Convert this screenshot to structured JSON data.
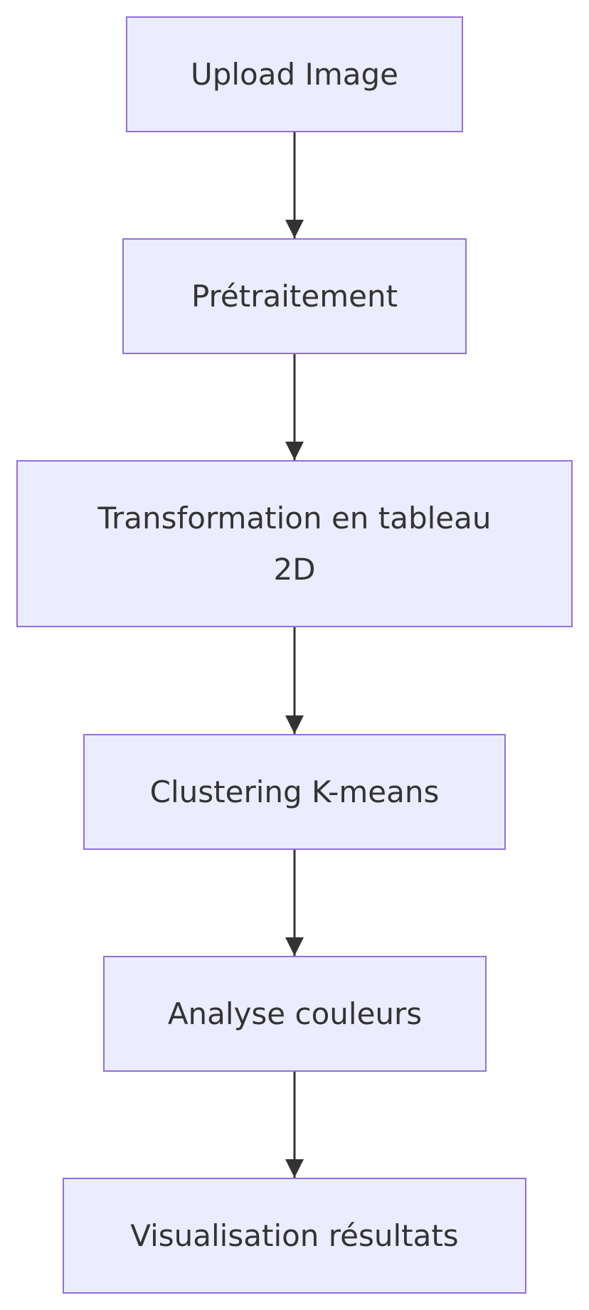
{
  "diagram": {
    "nodes": [
      {
        "id": "n0",
        "label": "Upload Image"
      },
      {
        "id": "n1",
        "label": "Prétraitement"
      },
      {
        "id": "n2",
        "label": "Transformation en tableau\n2D"
      },
      {
        "id": "n3",
        "label": "Clustering K-means"
      },
      {
        "id": "n4",
        "label": "Analyse couleurs"
      },
      {
        "id": "n5",
        "label": "Visualisation résultats"
      }
    ],
    "edges": [
      {
        "from": "n0",
        "to": "n1"
      },
      {
        "from": "n1",
        "to": "n2"
      },
      {
        "from": "n2",
        "to": "n3"
      },
      {
        "from": "n3",
        "to": "n4"
      },
      {
        "from": "n4",
        "to": "n5"
      }
    ],
    "colors": {
      "node_fill": "#ECECFF",
      "node_border": "#9370DB",
      "text": "#333333",
      "edge": "#333333"
    }
  }
}
